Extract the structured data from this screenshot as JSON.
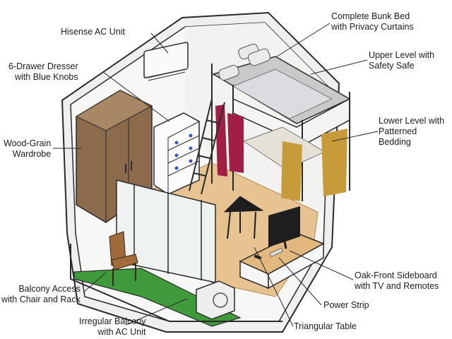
{
  "labels": {
    "ac_unit": "Hisense AC Unit",
    "dresser_1": "6-Drawer Dresser",
    "dresser_2": "with Blue Knobs",
    "wardrobe_1": "Wood-Grain",
    "wardrobe_2": "Wardrobe",
    "balcony_access_1": "Balcony Access",
    "balcony_access_2": "with Chair and Rack",
    "balcony_1": "Irregular Balcony",
    "balcony_2": "with AC Unit",
    "bunk_1": "Complete Bunk Bed",
    "bunk_2": "with Privacy Curtains",
    "upper_1": "Upper Level with",
    "upper_2": "Safety Safe",
    "lower_1": "Lower Level with",
    "lower_2": "Patterned",
    "lower_3": "Bedding",
    "sideboard_1": "Oak-Front Sideboard",
    "sideboard_2": "with TV and Remotes",
    "power_strip": "Power Strip",
    "table": "Triangular Table"
  },
  "colors": {
    "wall_outline": "#2a2a2a",
    "floor": "#e7c391",
    "wardrobe": "#8c6b4d",
    "curtain_red": "#a11f47",
    "curtain_gold": "#c79a3a",
    "grass": "#3e9a3a",
    "bed_frame": "#f4f4f2"
  }
}
